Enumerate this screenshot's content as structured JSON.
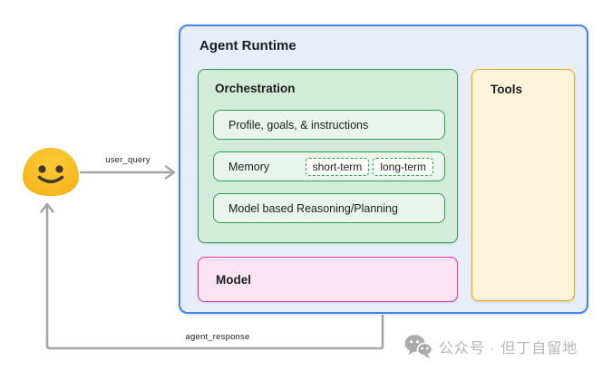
{
  "diagram": {
    "runtime": {
      "title": "Agent Runtime",
      "fill": "#e8edfb",
      "border": "#4285f4"
    },
    "orchestration": {
      "title": "Orchestration",
      "fill": "#d3ecd9",
      "border": "#2f9e52",
      "items": [
        {
          "label": "Profile, goals, & instructions"
        },
        {
          "label": "Memory",
          "tags": [
            "short-term",
            "long-term"
          ]
        },
        {
          "label": "Model based Reasoning/Planning"
        }
      ]
    },
    "tools": {
      "title": "Tools",
      "fill": "#fdf3d8",
      "border": "#f6a800"
    },
    "model": {
      "title": "Model",
      "fill": "#fbe4f2",
      "border": "#e8389b"
    },
    "actor": {
      "icon": "smiley-user-emoji",
      "color": "#f9bd24"
    },
    "arrows": {
      "user_query_label": "user_query",
      "agent_response_label": "agent_response",
      "color": "#a6a6a6"
    }
  },
  "watermark": {
    "icon": "wechat-icon",
    "text": "公众号 · 但丁自留地"
  }
}
